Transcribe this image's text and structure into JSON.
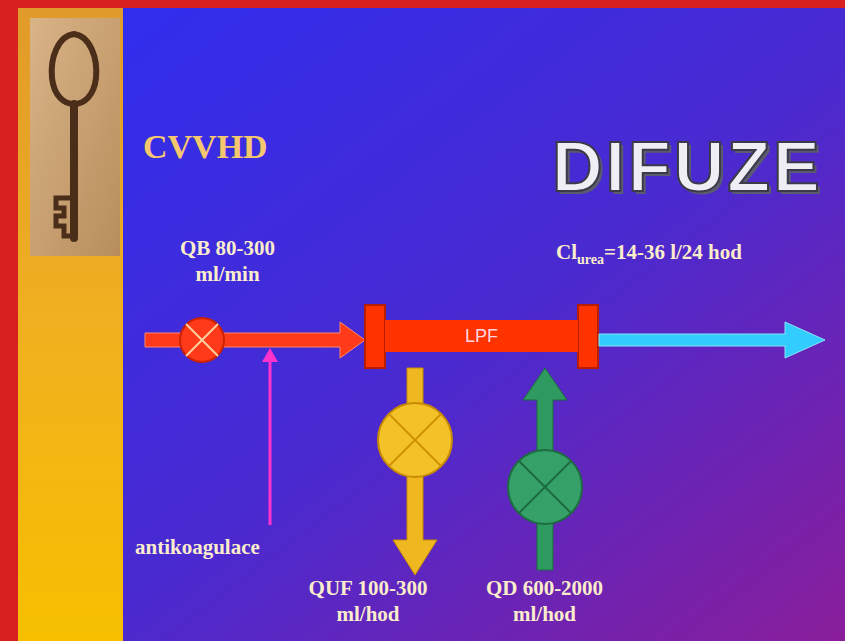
{
  "diagram": {
    "title": "CVVHD",
    "nodes": [
      {
        "text": [
          "LPF"
        ]
      }
    ],
    "labels": [
      "DIFUZE",
      "QB 80-300 ml/min",
      "Cl",
      "urea",
      "=14-36 l/24 hod",
      "antikoagulace",
      "QUF 100-300 ml/hod",
      "QD 600-2000 ml/hod"
    ]
  }
}
